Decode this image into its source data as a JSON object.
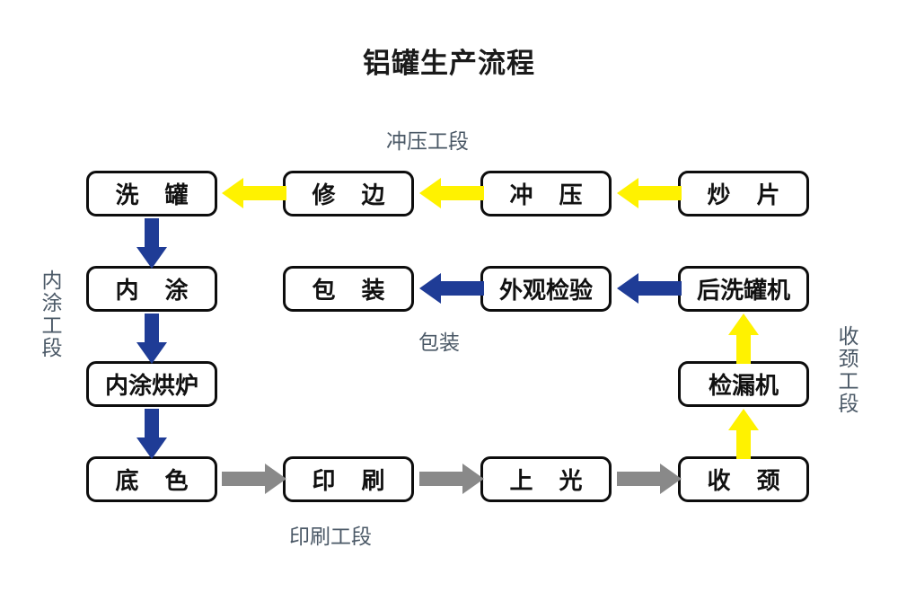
{
  "title": "铝罐生产流程",
  "colors": {
    "stamping_arrow": "#FFF200",
    "coating_arrow": "#1F3C96",
    "printing_arrow": "#898989",
    "box_border": "#0D0D0D",
    "label_text": "#4A5866",
    "background": "#FFFFFF"
  },
  "sections": [
    {
      "key": "stamping",
      "label": "冲压工段",
      "orientation": "horizontal"
    },
    {
      "key": "inner_coating",
      "label": "内涂工段",
      "orientation": "vertical"
    },
    {
      "key": "packaging",
      "label": "包装",
      "orientation": "horizontal"
    },
    {
      "key": "necking",
      "label": "收颈工段",
      "orientation": "vertical"
    },
    {
      "key": "printing",
      "label": "印刷工段",
      "orientation": "horizontal"
    }
  ],
  "nodes": {
    "wash_can": "洗 罐",
    "trim": "修 边",
    "stamp": "冲 压",
    "blank": "炒 片",
    "inner_coat": "内 涂",
    "pack": "包 装",
    "appearance_check": "外观检验",
    "post_washer": "后洗罐机",
    "coat_oven": "内涂烘炉",
    "leak_tester": "检漏机",
    "base_color": "底 色",
    "print": "印 刷",
    "varnish": "上 光",
    "necking": "收 颈"
  },
  "flow_edges": [
    {
      "from": "blank",
      "to": "stamp",
      "color": "stamping_arrow",
      "direction": "left"
    },
    {
      "from": "stamp",
      "to": "trim",
      "color": "stamping_arrow",
      "direction": "left"
    },
    {
      "from": "trim",
      "to": "wash_can",
      "color": "stamping_arrow",
      "direction": "left"
    },
    {
      "from": "wash_can",
      "to": "inner_coat",
      "color": "coating_arrow",
      "direction": "down"
    },
    {
      "from": "inner_coat",
      "to": "coat_oven",
      "color": "coating_arrow",
      "direction": "down"
    },
    {
      "from": "coat_oven",
      "to": "base_color",
      "color": "coating_arrow",
      "direction": "down"
    },
    {
      "from": "base_color",
      "to": "print",
      "color": "printing_arrow",
      "direction": "right"
    },
    {
      "from": "print",
      "to": "varnish",
      "color": "printing_arrow",
      "direction": "right"
    },
    {
      "from": "varnish",
      "to": "necking",
      "color": "printing_arrow",
      "direction": "right"
    },
    {
      "from": "necking",
      "to": "leak_tester",
      "color": "stamping_arrow",
      "direction": "up"
    },
    {
      "from": "leak_tester",
      "to": "post_washer",
      "color": "stamping_arrow",
      "direction": "up"
    },
    {
      "from": "post_washer",
      "to": "appearance_check",
      "color": "coating_arrow",
      "direction": "left"
    },
    {
      "from": "appearance_check",
      "to": "pack",
      "color": "coating_arrow",
      "direction": "left"
    }
  ]
}
